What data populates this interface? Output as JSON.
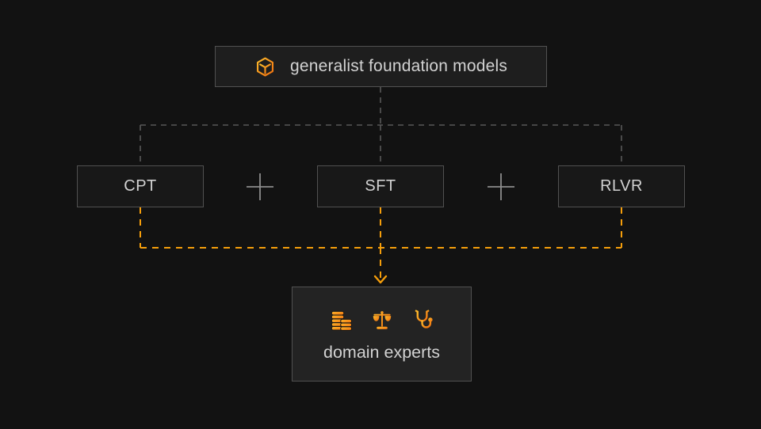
{
  "diagram": {
    "title_node": {
      "label": "generalist foundation models",
      "icon": "package-cube-icon"
    },
    "stages": [
      {
        "id": "cpt",
        "label": "CPT"
      },
      {
        "id": "sft",
        "label": "SFT"
      },
      {
        "id": "rlvr",
        "label": "RLVR"
      }
    ],
    "operators": [
      "+",
      "+"
    ],
    "result_node": {
      "label": "domain experts",
      "icons": [
        "coins-icon",
        "scales-icon",
        "stethoscope-icon"
      ]
    },
    "connectors": {
      "top_style": "gray dashed fan-out from foundation model to three stages",
      "bottom_style": "orange dashed fan-in from three stages into arrow pointing at domain experts"
    },
    "colors": {
      "background": "#121212",
      "box_fill": "#1d1d1d",
      "box_border": "#515151",
      "text": "#d2d2d2",
      "gray_connector": "#585858",
      "plus_sign": "#8c8c8c",
      "orange_connector": "#f59e0b",
      "icon_gradient_start": "#fcbb2c",
      "icon_gradient_end": "#f1700e"
    }
  }
}
